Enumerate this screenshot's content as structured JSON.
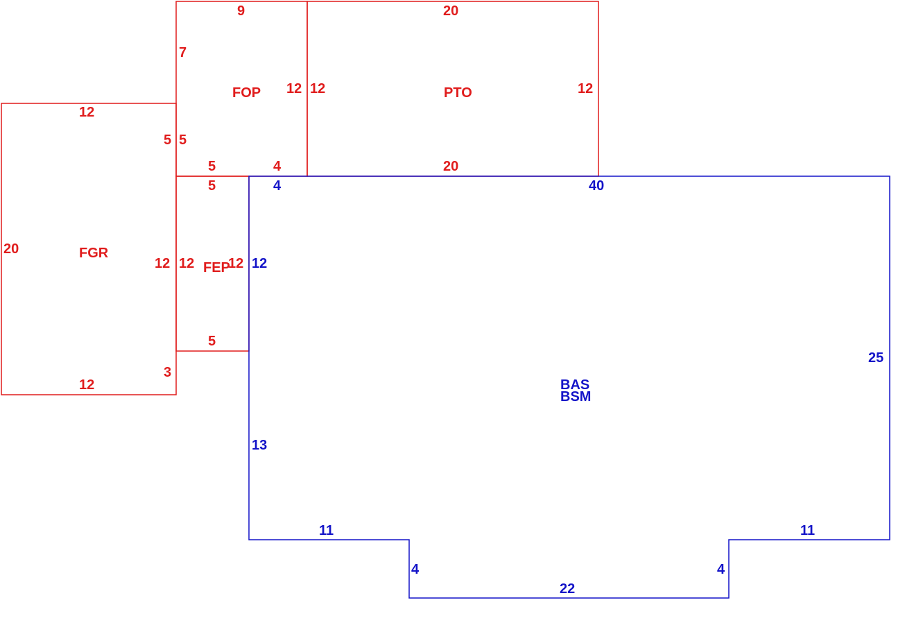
{
  "colors": {
    "attached": "#e01c1c",
    "main": "#1414c8"
  },
  "areas": {
    "fgr": {
      "code": "FGR",
      "sides": {
        "top": "12",
        "left": "20",
        "right_upper": "5",
        "right_mid": "12",
        "right_lower": "3",
        "bottom": "12"
      }
    },
    "fop": {
      "code": "FOP",
      "sides": {
        "top": "9",
        "left_upper": "7",
        "left_lower": "5",
        "right": "12",
        "bottom_left": "5",
        "bottom_right": "4"
      }
    },
    "pto": {
      "code": "PTO",
      "sides": {
        "top": "20",
        "left": "12",
        "right": "12",
        "bottom": "20"
      }
    },
    "fep": {
      "code": "FEP",
      "sides": {
        "top": "5",
        "left": "12",
        "right": "12",
        "bottom": "5"
      }
    },
    "bas": {
      "code": "BAS",
      "code2": "BSM",
      "sides": {
        "top_left": "4",
        "top": "40",
        "left_upper": "12",
        "left_lower": "13",
        "right": "25",
        "bottom_left": "11",
        "notch_left": "4",
        "notch_bottom": "22",
        "notch_right": "4",
        "bottom_right": "11"
      }
    }
  }
}
